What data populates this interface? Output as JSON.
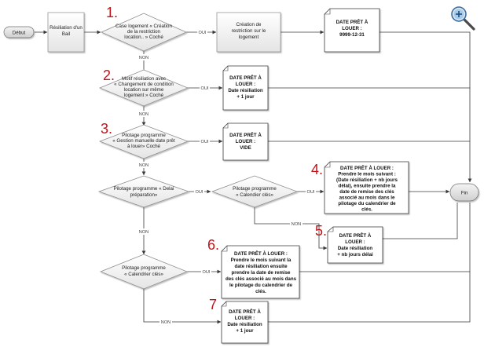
{
  "start": "Début",
  "end": "Fin",
  "process_resiliation": [
    "Résiliation d'un",
    "Bail"
  ],
  "process_restriction": [
    "Création de",
    "restriction sur le",
    "logement"
  ],
  "decisions": {
    "d1": [
      "Case logement « Création",
      "de la restriction",
      "location.. » Coché"
    ],
    "d2": [
      "Motif résiliation avec",
      "« Changement de condition",
      "location sur même",
      "logement » Coché"
    ],
    "d3": [
      "Pilotage programme",
      "« Gestion manuelle date prêt",
      "à louer» Coché"
    ],
    "d4": [
      "Pilotage programme « Delai",
      "préparation»"
    ],
    "d5": [
      "Pilotage programme",
      "« Calendier clés»"
    ],
    "d6": [
      "Pilotage programme",
      "« Calendrier clés»"
    ]
  },
  "docs": {
    "doc1": [
      "DATE PRÊT À",
      "LOUER :",
      "9999-12-31"
    ],
    "doc2": [
      "DATE PRÊT À",
      "LOUER :",
      "Date résiliation",
      "+ 1 jour"
    ],
    "doc3": [
      "DATE PRÊT À",
      "LOUER :",
      "VIDE"
    ],
    "doc4": [
      "DATE PRÊT À LOUER :",
      "Prendre le mois suivant :",
      "(Date résiliation + nb jours",
      "délai), ensuite prendre la",
      "date de remise des clés",
      "associé au mois dans le",
      "pilotage du calendrier de",
      "clés."
    ],
    "doc5": [
      "DATE PRÊT À",
      "LOUER :",
      "Date résiliation",
      "+ nb jours délai"
    ],
    "doc6": [
      "DATE PRÊT À LOUER :",
      "Prendre le mois suivant la",
      "date résiliation ensuite",
      "prendre la date de remise",
      "des clés associé au mois dans",
      "le pilotage du calendrier de",
      "clés."
    ],
    "doc7": [
      "DATE PRÊT À",
      "LOUER :",
      "Date résiliation",
      "+ 1 jour"
    ]
  },
  "labels": {
    "yes": "OUI",
    "no": "NON"
  },
  "step_numbers": [
    "1.",
    "2.",
    "3.",
    "4.",
    "5.",
    "6.",
    "7"
  ],
  "colors": {
    "edge": "#3a3a3a",
    "number": "#c0141b",
    "shape_border": "#8a8a8a",
    "node_fill": "#eeeeee"
  },
  "icons": {
    "zoom": "zoom-in-magnifier-icon"
  }
}
